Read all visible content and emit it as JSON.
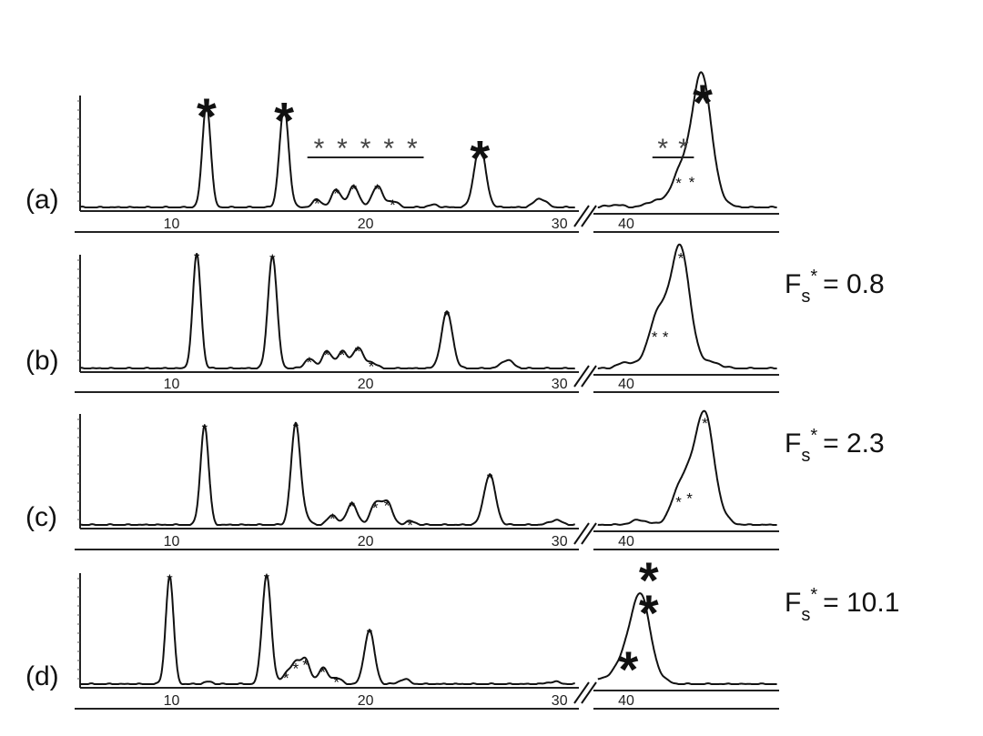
{
  "x_break": {
    "from": 31,
    "to": 38.5
  },
  "chart_data": [
    {
      "type": "line",
      "panel": "(a)",
      "fs_label": "",
      "x_ticks": [
        10,
        20,
        30,
        40
      ],
      "xlim": [
        5,
        47
      ],
      "peaks": [
        {
          "x": 11.8,
          "h": 0.82,
          "mark": "large"
        },
        {
          "x": 15.8,
          "h": 0.79,
          "mark": "large"
        },
        {
          "x": 17.5,
          "h": 0.06,
          "mark": "small"
        },
        {
          "x": 18.5,
          "h": 0.14,
          "mark": "small"
        },
        {
          "x": 19.4,
          "h": 0.17,
          "mark": "small"
        },
        {
          "x": 20.6,
          "h": 0.17,
          "mark": "small"
        },
        {
          "x": 21.4,
          "h": 0.05,
          "mark": "small"
        },
        {
          "x": 23.5,
          "h": 0.02
        },
        {
          "x": 25.9,
          "h": 0.49,
          "mark": "large"
        },
        {
          "x": 29.0,
          "h": 0.07
        },
        {
          "x": 39.5,
          "h": 0.02
        },
        {
          "x": 41.3,
          "h": 0.05
        },
        {
          "x": 42.4,
          "h": 0.22,
          "mark": "small"
        },
        {
          "x": 43.0,
          "h": 0.23,
          "mark": "small"
        },
        {
          "x": 43.5,
          "h": 0.93,
          "mark": "large"
        },
        {
          "x": 44.2,
          "h": 0.06
        }
      ],
      "groups": [
        {
          "x1": 17.0,
          "x2": 23.0,
          "count": 5
        },
        {
          "x1": 41.2,
          "x2": 43.1,
          "count": 2
        }
      ]
    },
    {
      "type": "line",
      "panel": "(b)",
      "fs_label": "0.8",
      "x_ticks": [
        10,
        20,
        30,
        40
      ],
      "xlim": [
        5,
        47
      ],
      "peaks": [
        {
          "x": 11.3,
          "h": 0.93,
          "mark": "small"
        },
        {
          "x": 15.2,
          "h": 0.92,
          "mark": "small"
        },
        {
          "x": 17.1,
          "h": 0.08,
          "mark": "small"
        },
        {
          "x": 18.0,
          "h": 0.14,
          "mark": "small"
        },
        {
          "x": 18.8,
          "h": 0.14,
          "mark": "small"
        },
        {
          "x": 19.6,
          "h": 0.17,
          "mark": "small"
        },
        {
          "x": 20.3,
          "h": 0.05,
          "mark": "small"
        },
        {
          "x": 24.2,
          "h": 0.46,
          "mark": "small"
        },
        {
          "x": 27.3,
          "h": 0.07
        },
        {
          "x": 40.0,
          "h": 0.05
        },
        {
          "x": 41.3,
          "h": 0.29,
          "mark": "small"
        },
        {
          "x": 41.8,
          "h": 0.29,
          "mark": "small"
        },
        {
          "x": 42.5,
          "h": 0.93,
          "mark": "small"
        },
        {
          "x": 43.2,
          "h": 0.06
        },
        {
          "x": 44.0,
          "h": 0.04
        }
      ],
      "groups": []
    },
    {
      "type": "line",
      "panel": "(c)",
      "fs_label": "2.3",
      "x_ticks": [
        10,
        20,
        30,
        40
      ],
      "xlim": [
        5,
        47
      ],
      "peaks": [
        {
          "x": 11.7,
          "h": 0.81,
          "mark": "small"
        },
        {
          "x": 16.4,
          "h": 0.82,
          "mark": "small"
        },
        {
          "x": 16.9,
          "h": 0.05
        },
        {
          "x": 18.3,
          "h": 0.08,
          "mark": "small"
        },
        {
          "x": 19.3,
          "h": 0.18,
          "mark": "small"
        },
        {
          "x": 20.5,
          "h": 0.17,
          "mark": "small"
        },
        {
          "x": 21.1,
          "h": 0.19,
          "mark": "small"
        },
        {
          "x": 22.3,
          "h": 0.03,
          "mark": "small"
        },
        {
          "x": 26.4,
          "h": 0.41,
          "mark": "small"
        },
        {
          "x": 29.8,
          "h": 0.04
        },
        {
          "x": 40.6,
          "h": 0.04
        },
        {
          "x": 42.4,
          "h": 0.22,
          "mark": "small"
        },
        {
          "x": 42.9,
          "h": 0.25,
          "mark": "small"
        },
        {
          "x": 43.6,
          "h": 0.86,
          "mark": "small"
        },
        {
          "x": 44.3,
          "h": 0.06
        }
      ],
      "groups": []
    },
    {
      "type": "line",
      "panel": "(d)",
      "fs_label": "10.1",
      "x_ticks": [
        10,
        20,
        30,
        40
      ],
      "xlim": [
        5,
        47
      ],
      "peaks": [
        {
          "x": 9.9,
          "h": 0.88,
          "mark": "small"
        },
        {
          "x": 11.9,
          "h": 0.02
        },
        {
          "x": 14.9,
          "h": 0.89,
          "mark": "small"
        },
        {
          "x": 15.9,
          "h": 0.08,
          "mark": "small"
        },
        {
          "x": 16.4,
          "h": 0.16,
          "mark": "small"
        },
        {
          "x": 16.9,
          "h": 0.19,
          "mark": "small"
        },
        {
          "x": 17.8,
          "h": 0.13,
          "mark": "small"
        },
        {
          "x": 18.5,
          "h": 0.05,
          "mark": "small"
        },
        {
          "x": 20.2,
          "h": 0.44,
          "mark": "small"
        },
        {
          "x": 22.0,
          "h": 0.04
        },
        {
          "x": 29.7,
          "h": 0.02
        },
        {
          "x": 38.8,
          "h": 0.04
        },
        {
          "x": 39.6,
          "h": 0.07
        },
        {
          "x": 40.1,
          "h": 0.23,
          "mark": "large"
        },
        {
          "x": 40.7,
          "h": 0.66,
          "mark": "double"
        },
        {
          "x": 41.4,
          "h": 0.06
        }
      ],
      "groups": []
    }
  ]
}
